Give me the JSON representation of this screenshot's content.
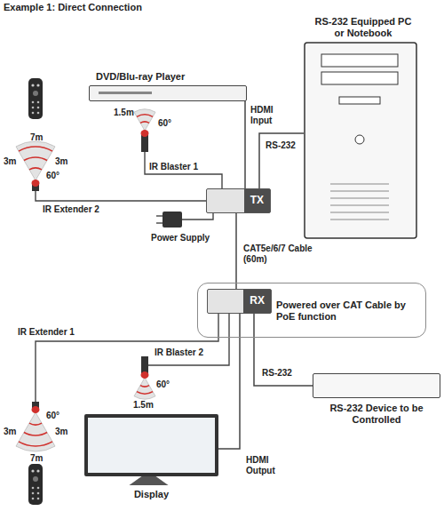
{
  "diagram": {
    "title": "Example 1: Direct Connection",
    "nodes": [
      {
        "text": [
          "DVD/Blu-ray Player"
        ]
      },
      {
        "text": [
          "RS-232 Equipped PC or Notebook"
        ]
      },
      {
        "text": [
          "TX"
        ]
      },
      {
        "text": [
          "Powered over CAT Cable by PoE function"
        ]
      },
      {
        "text": [
          "RX"
        ],
        "in": 3
      },
      {
        "text": [
          "RS-232 Device to be Controlled"
        ]
      },
      {
        "text": [
          "Display"
        ]
      }
    ],
    "edges": [
      {
        "from": 0,
        "to": 2,
        "arrow": "none",
        "label": "HDMI Input"
      },
      {
        "from": 1,
        "to": 2,
        "arrow": "none",
        "label": "RS-232"
      },
      {
        "from": 2,
        "to": 4,
        "arrow": "none",
        "label": "CAT5e/6/7 Cable (60m)"
      },
      {
        "from": 4,
        "to": 5,
        "arrow": "none",
        "label": "RS-232"
      },
      {
        "from": 4,
        "to": 6,
        "arrow": "none",
        "label": "HDMI Output"
      }
    ],
    "labels": [
      "IR Blaster 1",
      "1.5m",
      "60°",
      "IR Extender 2",
      "7m",
      "3m",
      "3m",
      "60°",
      "Power Supply",
      "IR Extender 1",
      "IR Blaster 2",
      "60°",
      "1.5m",
      "7m",
      "3m",
      "3m",
      "60°"
    ]
  }
}
